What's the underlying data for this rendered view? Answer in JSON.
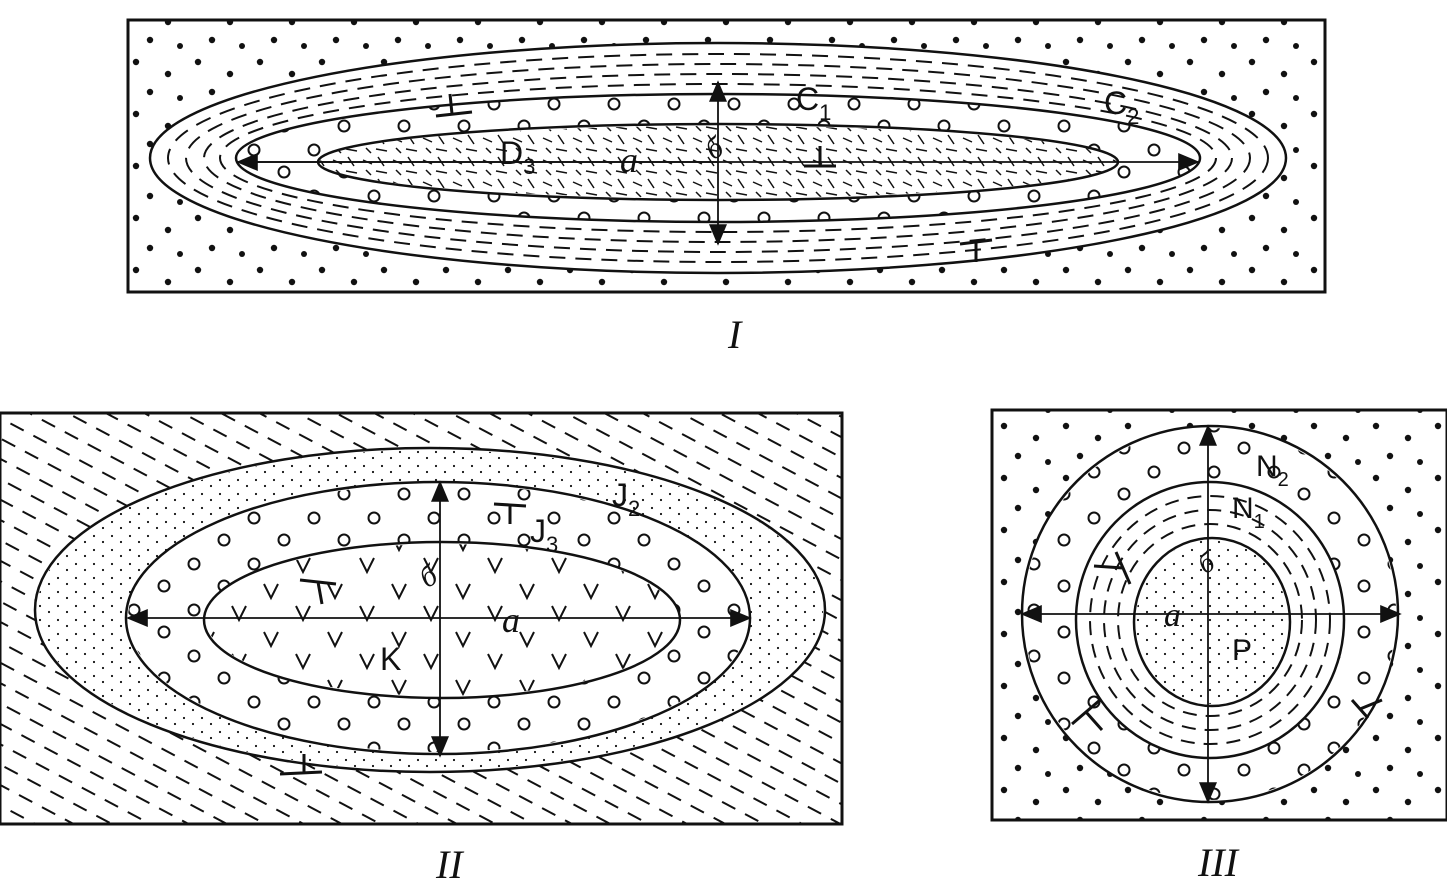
{
  "panels": [
    {
      "id": "I",
      "caption": "I",
      "labels": {
        "outer_rock": "C",
        "outer_sub": "2",
        "middle_rock": "C",
        "middle_sub": "1",
        "core_rock": "D",
        "core_sub": "3",
        "long_axis": "a",
        "short_axis": "б"
      }
    },
    {
      "id": "II",
      "caption": "II",
      "labels": {
        "outer_rock": "J",
        "outer_sub": "2",
        "middle_rock": "J",
        "middle_sub": "3",
        "core_rock": "K",
        "long_axis": "a",
        "short_axis": "б"
      }
    },
    {
      "id": "III",
      "caption": "III",
      "labels": {
        "outer_rock": "N",
        "outer_sub": "2",
        "middle_rock": "N",
        "middle_sub": "1",
        "core_rock": "P",
        "long_axis": "a",
        "short_axis": "б"
      }
    }
  ],
  "colors": {
    "ink": "#111111",
    "paper": "#ffffff"
  }
}
